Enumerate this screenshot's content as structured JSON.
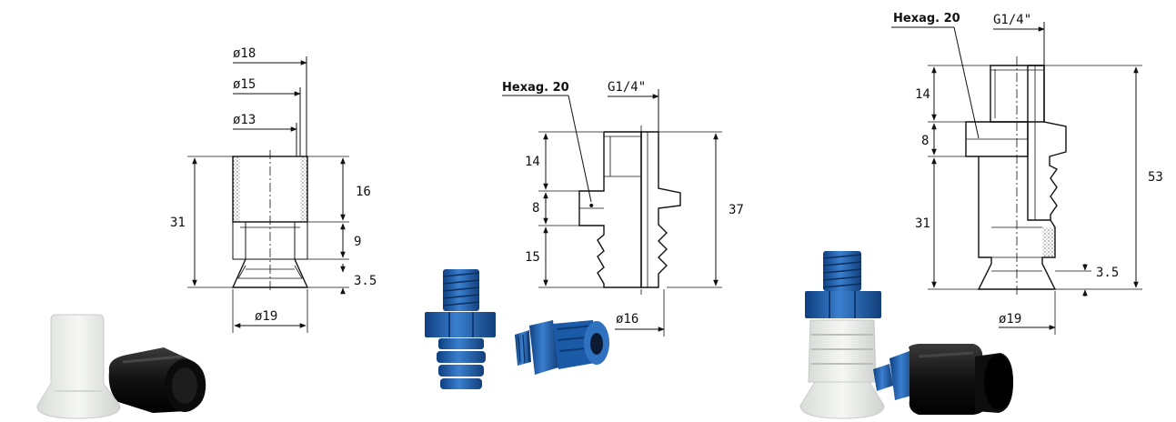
{
  "drawings": [
    {
      "id": "suction-cup",
      "diameters": [
        "ø18",
        "ø15",
        "ø13"
      ],
      "height_total": "31",
      "heights": [
        "16",
        "9",
        "3.5"
      ],
      "bottom_diameter": "ø19"
    },
    {
      "id": "hose-fitting",
      "hexagon_label": "Hexag. 20",
      "thread_label": "G1/4\"",
      "heights": [
        "14",
        "8",
        "15"
      ],
      "height_total": "37",
      "bottom_diameter": "ø16"
    },
    {
      "id": "assembly",
      "hexagon_label": "Hexag. 20",
      "thread_label": "G1/4\"",
      "heights": [
        "14",
        "8",
        "31"
      ],
      "height_total": "53",
      "lip_height": "3.5",
      "bottom_diameter": "ø19"
    }
  ],
  "photos": [
    {
      "id": "cups-photo",
      "items": [
        "white-silicone-cup",
        "black-cup"
      ]
    },
    {
      "id": "fittings-photo",
      "items": [
        "blue-fitting",
        "blue-fitting"
      ]
    },
    {
      "id": "assembly-photo",
      "items": [
        "assembled-cup",
        "assembled-cup"
      ]
    }
  ],
  "colors": {
    "line": "#111111",
    "anodized_blue": "#1f5fae",
    "black_rubber": "#1a1a1a",
    "white_silicone": "#eef0ee"
  }
}
